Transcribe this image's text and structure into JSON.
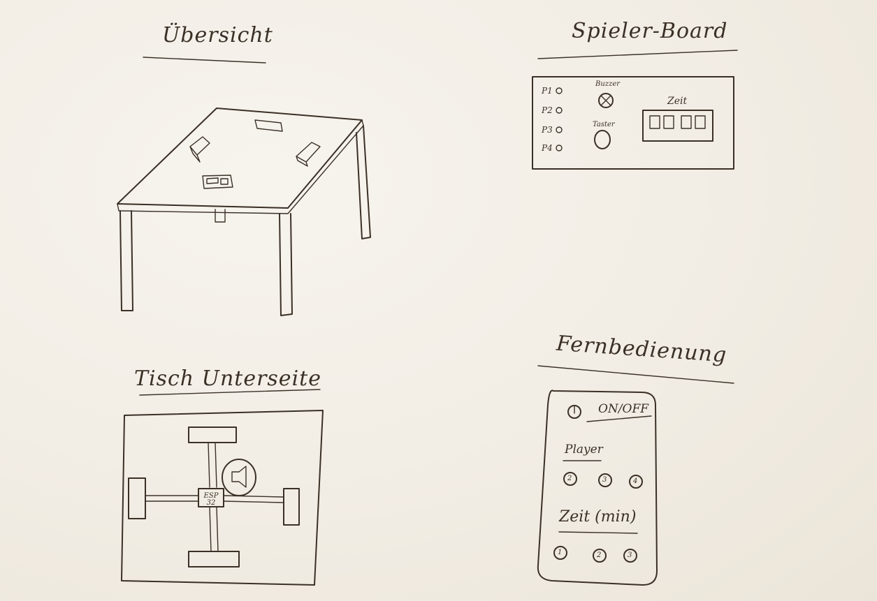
{
  "sections": {
    "overview": {
      "title": "Übersicht"
    },
    "player_board": {
      "title": "Spieler-Board",
      "players": [
        "P1",
        "P2",
        "P3",
        "P4"
      ],
      "buzzer_label": "Buzzer",
      "button_label": "Taster",
      "time_label": "Zeit"
    },
    "table_bottom": {
      "title": "Tisch Unterseite",
      "controller_label": "ESP 32"
    },
    "remote": {
      "title": "Fernbedienung",
      "power_label": "ON/OFF",
      "player_heading": "Player",
      "player_buttons": [
        "2",
        "3",
        "4"
      ],
      "time_heading": "Zeit (min)",
      "time_buttons": [
        "1",
        "2",
        "3"
      ]
    }
  },
  "colors": {
    "ink": "#3a3026",
    "paper": "#f3efe7"
  }
}
